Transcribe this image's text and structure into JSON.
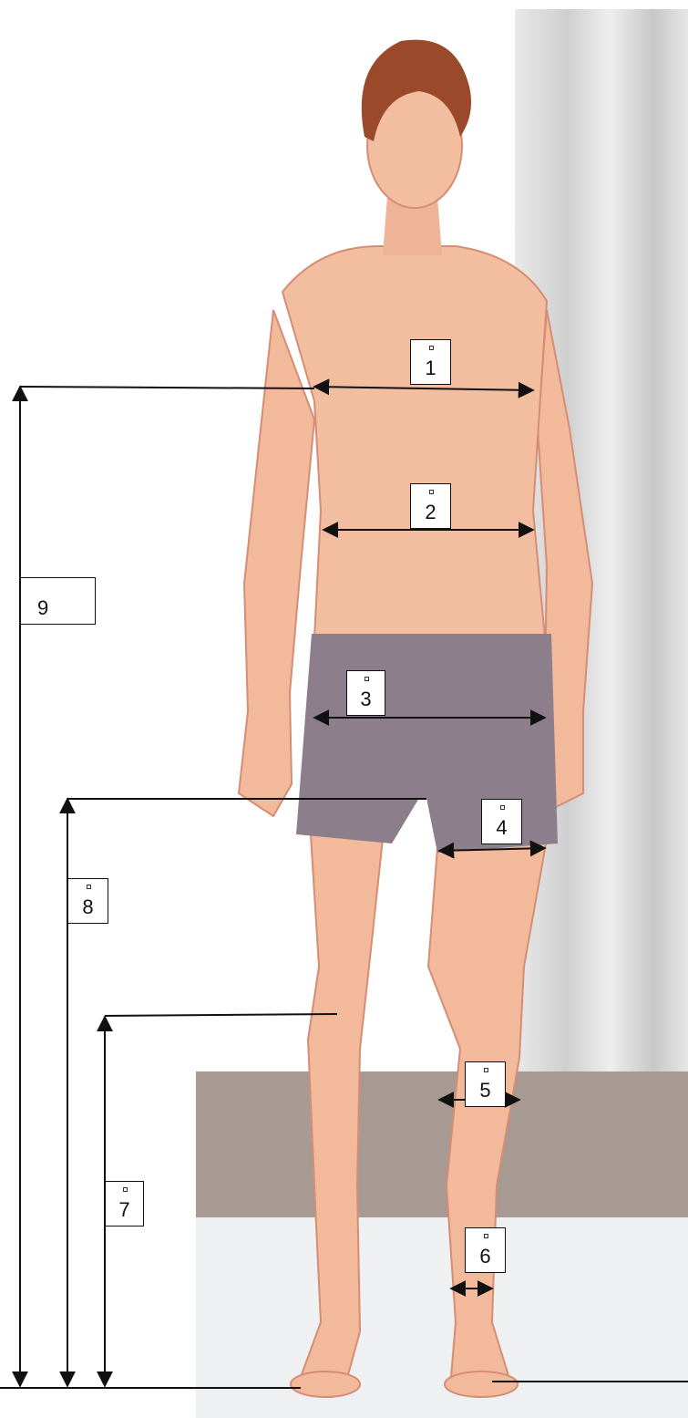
{
  "colors": {
    "skin": "#f2b99b",
    "skin_shadow": "#d58d75",
    "hair": "#9a4a2a",
    "underwear": "#8d7e8c",
    "curtain": "#dcdcdc",
    "wall_band": "#a79a92",
    "floor": "#eef0f2",
    "line": "#111111"
  },
  "labels": [
    {
      "id": "1",
      "text": "1"
    },
    {
      "id": "2",
      "text": "2"
    },
    {
      "id": "3",
      "text": "3"
    },
    {
      "id": "4",
      "text": "4"
    },
    {
      "id": "5",
      "text": "5"
    },
    {
      "id": "6",
      "text": "6"
    },
    {
      "id": "7",
      "text": "7"
    },
    {
      "id": "8",
      "text": "8"
    },
    {
      "id": "9",
      "text": "9"
    }
  ]
}
